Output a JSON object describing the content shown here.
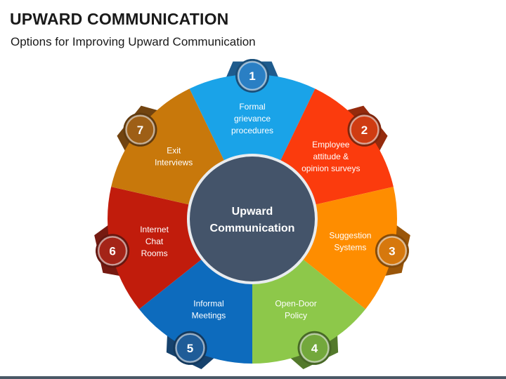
{
  "header": {
    "title": "UPWARD COMMUNICATION",
    "subtitle": "Options for Improving Upward Communication"
  },
  "center": {
    "lines": [
      "Upward",
      "Communication"
    ],
    "color": "#44546a"
  },
  "segments": [
    {
      "number": "1",
      "lines": [
        "Formal",
        "grievance",
        "procedures"
      ],
      "color": "#1aa3e8",
      "badge": "#2a7fc4"
    },
    {
      "number": "2",
      "lines": [
        "Employee",
        "attitude &",
        "opinion surveys"
      ],
      "color": "#fb3b0d",
      "badge": "#cf3c12"
    },
    {
      "number": "3",
      "lines": [
        "Suggestion",
        "Systems"
      ],
      "color": "#fe8d00",
      "badge": "#d6780d"
    },
    {
      "number": "4",
      "lines": [
        "Open-Door",
        "Policy"
      ],
      "color": "#8dc84a",
      "badge": "#73a83c"
    },
    {
      "number": "5",
      "lines": [
        "Informal",
        "Meetings"
      ],
      "color": "#0d6bbd",
      "badge": "#1f5c98"
    },
    {
      "number": "6",
      "lines": [
        "Internet",
        "Chat",
        "Rooms"
      ],
      "color": "#c11c0c",
      "badge": "#a42418"
    },
    {
      "number": "7",
      "lines": [
        "Exit",
        "Interviews"
      ],
      "color": "#c8780b",
      "badge": "#9e5f16"
    }
  ]
}
